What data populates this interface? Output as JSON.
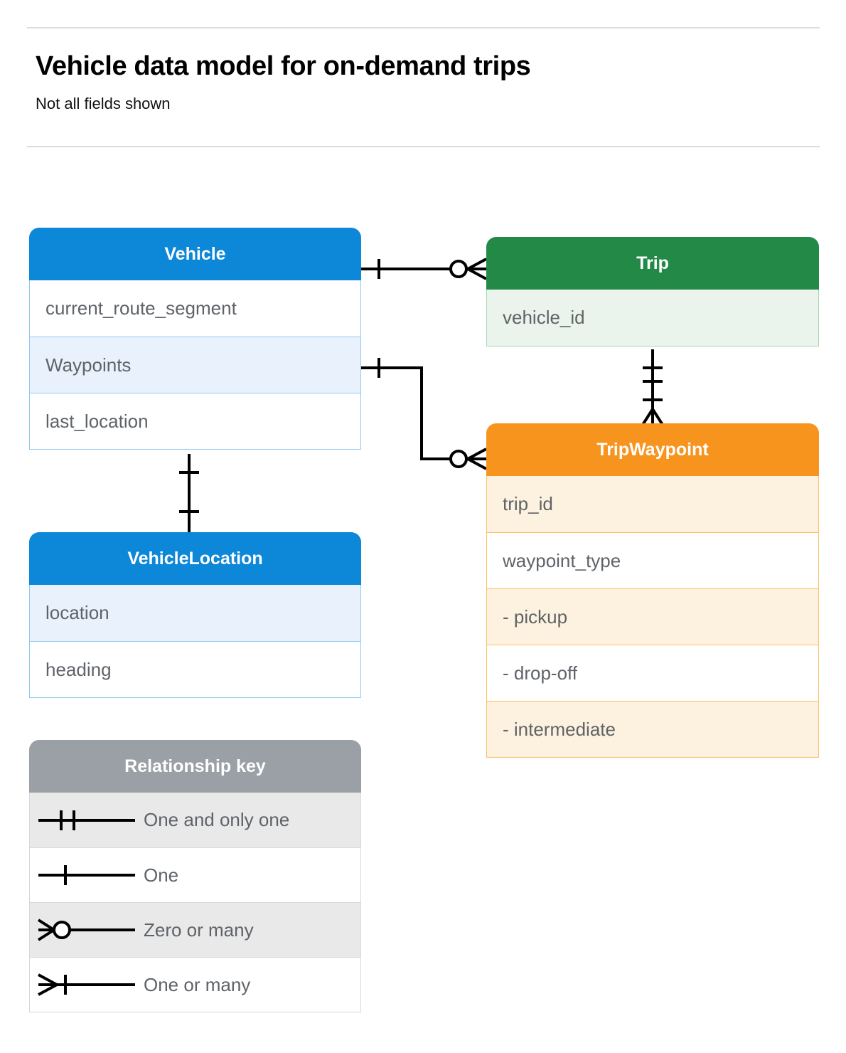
{
  "header": {
    "title": "Vehicle data model for on-demand trips",
    "subtitle": "Not all fields shown"
  },
  "colors": {
    "blue_header": "#0d87d8",
    "blue_fill": "#e9f2fc",
    "blue_border": "#8fc9f2",
    "green_header": "#228a46",
    "green_fill": "#eaf4ed",
    "green_border": "#a8d5b6",
    "orange_header": "#f7941e",
    "orange_fill": "#fdf2df",
    "orange_border": "#fbc063",
    "gray_header": "#9aa0a6",
    "gray_fill": "#e9e9e9",
    "text": "#5f6368",
    "line": "#000000"
  },
  "entities": {
    "vehicle": {
      "name": "Vehicle",
      "fields": [
        "current_route_segment",
        "Waypoints",
        "last_location"
      ]
    },
    "vehicle_location": {
      "name": "VehicleLocation",
      "fields": [
        "location",
        "heading"
      ]
    },
    "trip": {
      "name": "Trip",
      "fields": [
        "vehicle_id"
      ]
    },
    "trip_waypoint": {
      "name": "TripWaypoint",
      "fields": [
        "trip_id",
        "waypoint_type",
        "-  pickup",
        "-  drop-off",
        "-  intermediate"
      ]
    }
  },
  "legend": {
    "title": "Relationship key",
    "rows": [
      {
        "symbol": "one-and-only-one",
        "label": "One and only one"
      },
      {
        "symbol": "one",
        "label": "One"
      },
      {
        "symbol": "zero-or-many",
        "label": "Zero or many"
      },
      {
        "symbol": "one-or-many",
        "label": "One or many"
      }
    ]
  },
  "relationships": [
    {
      "from": "Vehicle",
      "to": "Trip",
      "from_cardinality": "one",
      "to_cardinality": "zero-or-many"
    },
    {
      "from": "Vehicle.Waypoints",
      "to": "TripWaypoint",
      "from_cardinality": "one",
      "to_cardinality": "zero-or-many"
    },
    {
      "from": "Trip",
      "to": "TripWaypoint",
      "from_cardinality": "one-and-only-one",
      "to_cardinality": "one-or-many"
    },
    {
      "from": "Vehicle",
      "to": "VehicleLocation",
      "from_cardinality": "one",
      "to_cardinality": "one"
    }
  ]
}
